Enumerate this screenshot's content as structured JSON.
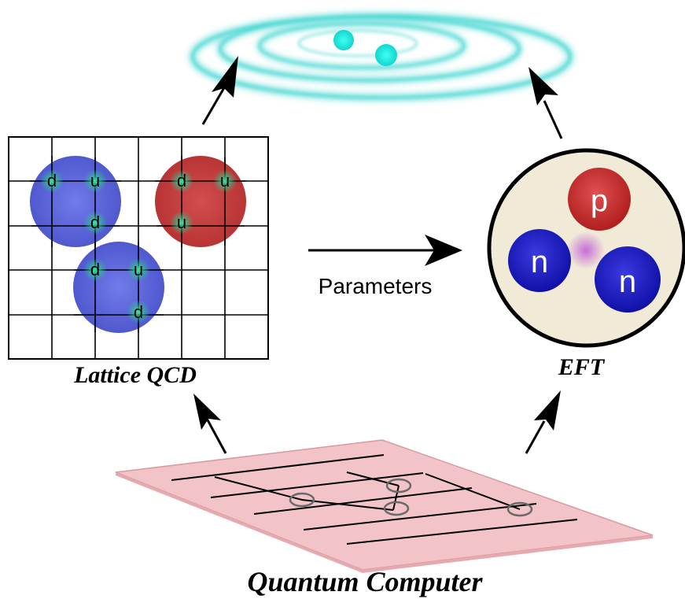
{
  "labels": {
    "lattice": "Lattice QCD",
    "eft": "EFT",
    "parameters": "Parameters",
    "quantum": "Quantum Computer"
  },
  "hadrons": [
    {
      "quarks": [
        "d",
        "u",
        "d"
      ],
      "color": "#4a55d0"
    },
    {
      "quarks": [
        "d",
        "u",
        "u"
      ],
      "color": "#c03030"
    },
    {
      "quarks": [
        "d",
        "u",
        "d"
      ],
      "color": "#4a55d0"
    }
  ],
  "nucleons": [
    {
      "symbol": "p",
      "color": "#c62a2a"
    },
    {
      "symbol": "n",
      "color": "#1d1db8"
    },
    {
      "symbol": "n",
      "color": "#1d1db8"
    }
  ],
  "colors": {
    "eft_background": "#f1ead6",
    "chip": "#f2c4c8",
    "orbit": "#3fd6d0",
    "quark_glow": "#2bd39a"
  }
}
